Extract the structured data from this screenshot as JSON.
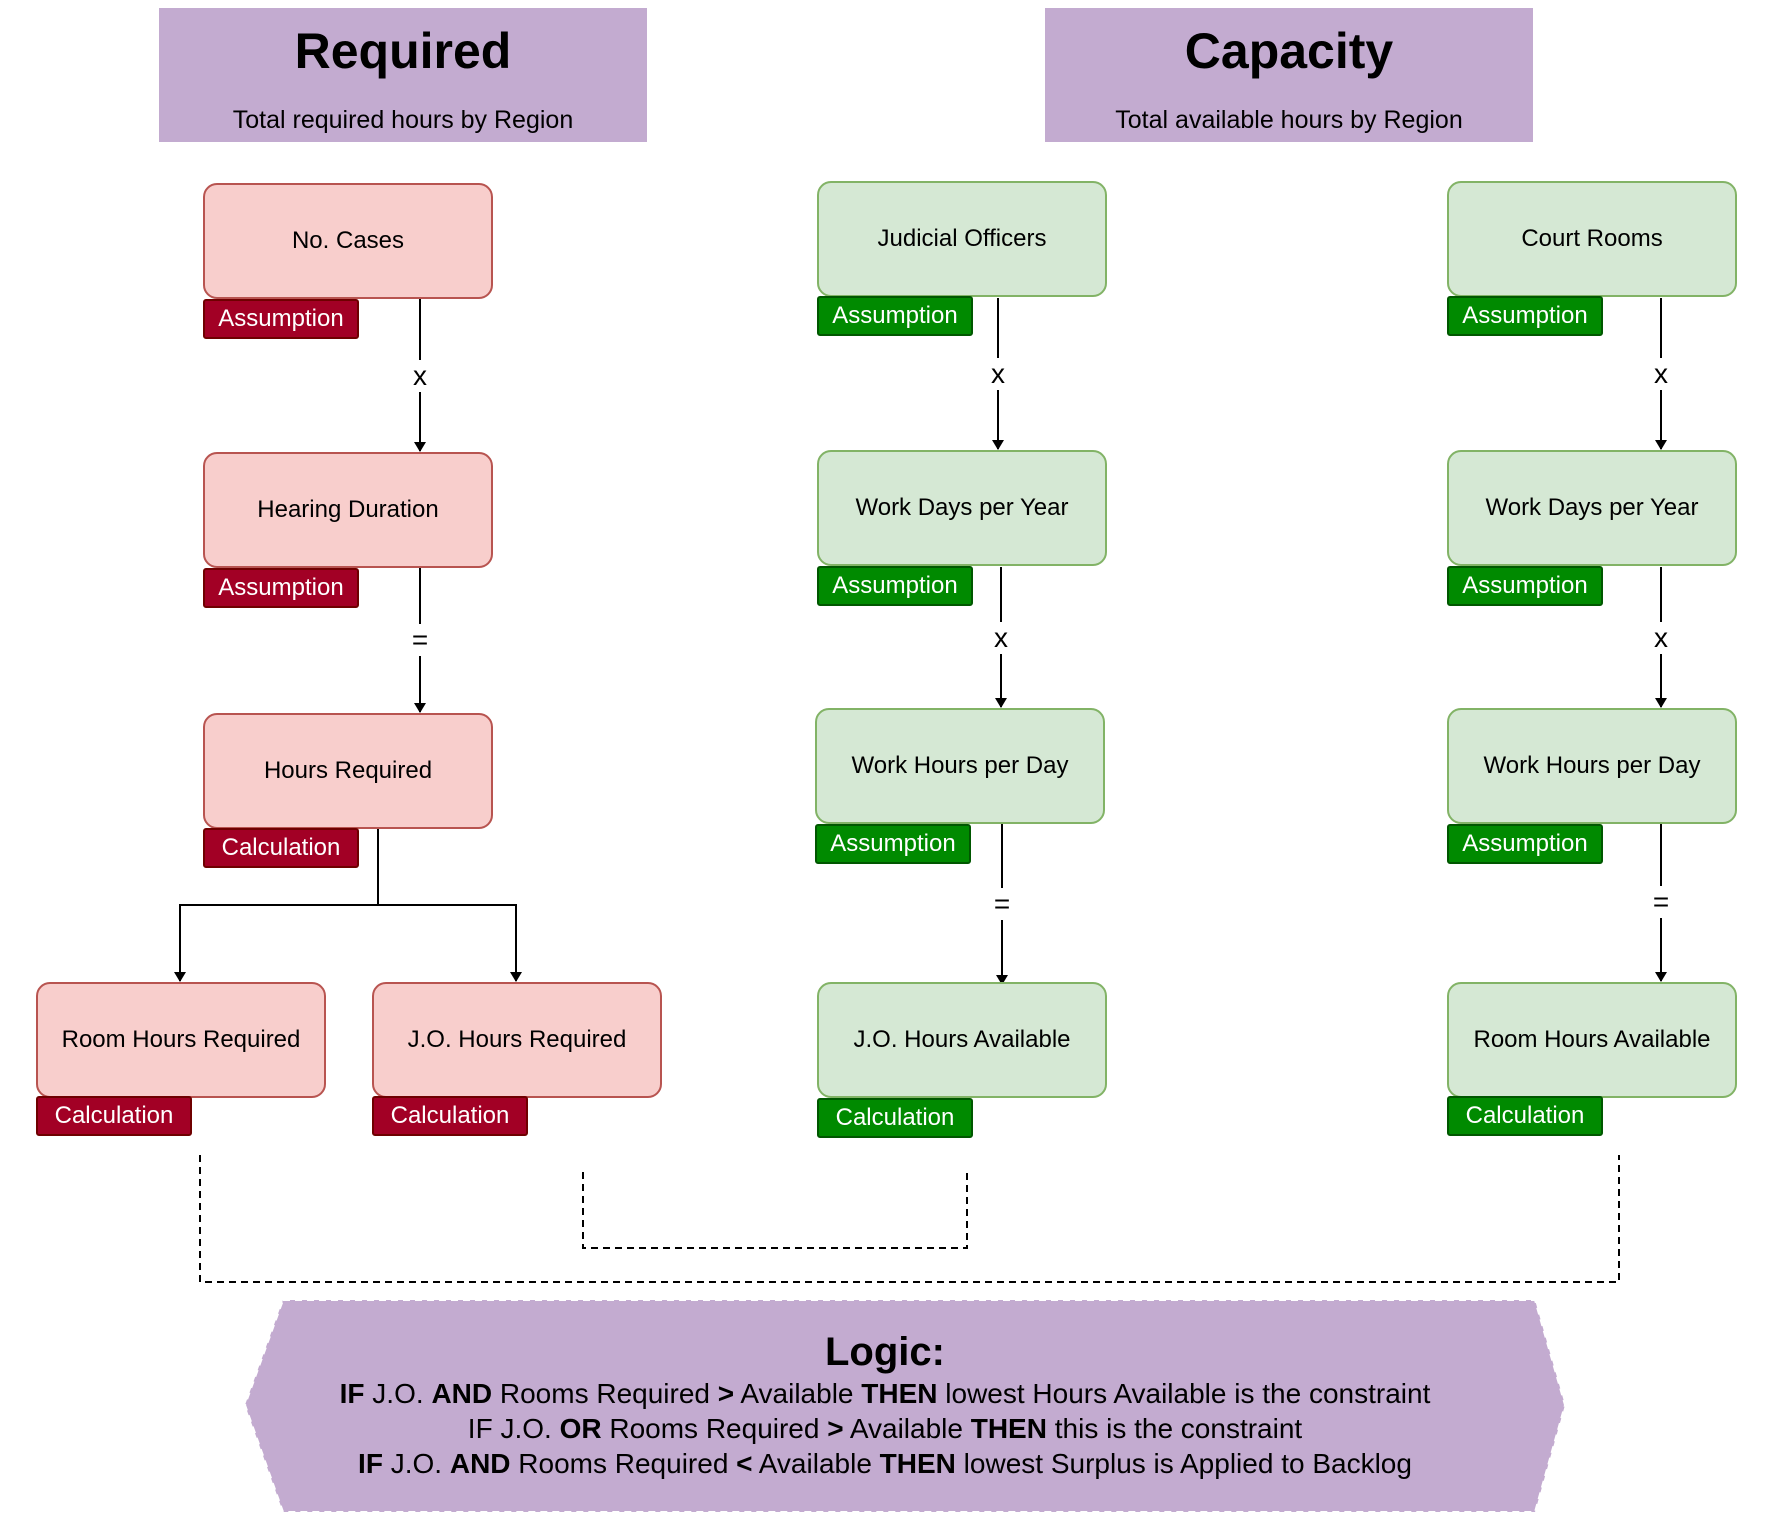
{
  "headers": {
    "required": {
      "title": "Required",
      "subtitle": "Total required hours by Region"
    },
    "capacity": {
      "title": "Capacity",
      "subtitle": "Total available hours by Region"
    }
  },
  "nodes": {
    "no_cases": {
      "label": "No. Cases",
      "tag": "Assumption"
    },
    "hearing_duration": {
      "label": "Hearing Duration",
      "tag": "Assumption"
    },
    "hours_required": {
      "label": "Hours Required",
      "tag": "Calculation"
    },
    "room_hours_required": {
      "label": "Room Hours Required",
      "tag": "Calculation"
    },
    "jo_hours_required": {
      "label": "J.O. Hours Required",
      "tag": "Calculation"
    },
    "judicial_officers": {
      "label": "Judicial Officers",
      "tag": "Assumption"
    },
    "jo_work_days": {
      "label": "Work Days per Year",
      "tag": "Assumption"
    },
    "jo_work_hours": {
      "label": "Work Hours per Day",
      "tag": "Assumption"
    },
    "jo_hours_available": {
      "label": "J.O. Hours Available",
      "tag": "Calculation"
    },
    "court_rooms": {
      "label": "Court Rooms",
      "tag": "Assumption"
    },
    "room_work_days": {
      "label": "Work Days per Year",
      "tag": "Assumption"
    },
    "room_work_hours": {
      "label": "Work Hours per Day",
      "tag": "Assumption"
    },
    "room_hours_available": {
      "label": "Room Hours Available",
      "tag": "Calculation"
    }
  },
  "operators": {
    "multiply": "x",
    "equals": "="
  },
  "logic": {
    "title": "Logic:",
    "lines": [
      [
        [
          "IF",
          true
        ],
        [
          " J.O. ",
          false
        ],
        [
          "AND",
          true
        ],
        [
          " Rooms Required ",
          false
        ],
        [
          ">",
          true
        ],
        [
          " Available ",
          false
        ],
        [
          "THEN",
          true
        ],
        [
          " lowest Hours Available is the constraint",
          false
        ]
      ],
      [
        [
          "IF J.O. ",
          false
        ],
        [
          "OR",
          true
        ],
        [
          " Rooms Required ",
          false
        ],
        [
          ">",
          true
        ],
        [
          " Available ",
          false
        ],
        [
          "THEN",
          true
        ],
        [
          " this is the constraint",
          false
        ]
      ],
      [
        [
          "IF",
          true
        ],
        [
          " J.O. ",
          false
        ],
        [
          "AND",
          true
        ],
        [
          " Rooms Required ",
          false
        ],
        [
          "<",
          true
        ],
        [
          " Available ",
          false
        ],
        [
          "THEN",
          true
        ],
        [
          " lowest Surplus is Applied to Backlog",
          false
        ]
      ]
    ]
  },
  "colors": {
    "header_fill": "#c3abd0",
    "required_fill": "#f8cecc",
    "required_stroke": "#b85450",
    "required_tag": "#a20025",
    "capacity_fill": "#d5e8d4",
    "capacity_stroke": "#82b366",
    "capacity_tag": "#008a00",
    "logic_fill": "#c3abd0"
  }
}
